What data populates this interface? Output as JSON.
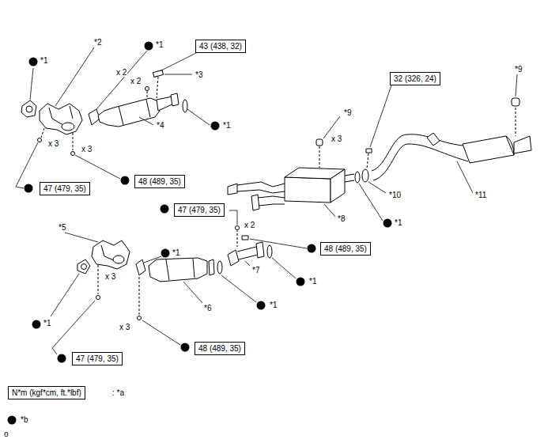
{
  "diagram": {
    "nodes": [
      {
        "text": [
          "43 (438, 32)"
        ]
      },
      {
        "text": [
          "32 (326, 24)"
        ]
      },
      {
        "text": [
          "47 (479, 35)"
        ]
      },
      {
        "text": [
          "48 (489, 35)"
        ]
      },
      {
        "text": [
          "47 (479, 35)"
        ]
      },
      {
        "text": [
          "48 (489, 35)"
        ]
      },
      {
        "text": [
          "47 (479, 35)"
        ]
      },
      {
        "text": [
          "48 (489, 35)"
        ]
      },
      {
        "text": [
          "N*m (kgf*cm, ft.*lbf)"
        ]
      }
    ],
    "labels": [
      "*1",
      "*2",
      "*1",
      "x 2",
      "x 2",
      "*3",
      "*4",
      "*1",
      "x 3",
      "x 3",
      "*9",
      "x 3",
      "*9",
      "*10",
      "*1",
      "*11",
      "*8",
      "x 2",
      "*7",
      "*1",
      "*5",
      "*1",
      "x 3",
      "*6",
      "*1",
      "*1",
      "x 3",
      "o"
    ],
    "legend": [
      {
        "text": ": *a"
      },
      {
        "text": "*b"
      }
    ]
  }
}
